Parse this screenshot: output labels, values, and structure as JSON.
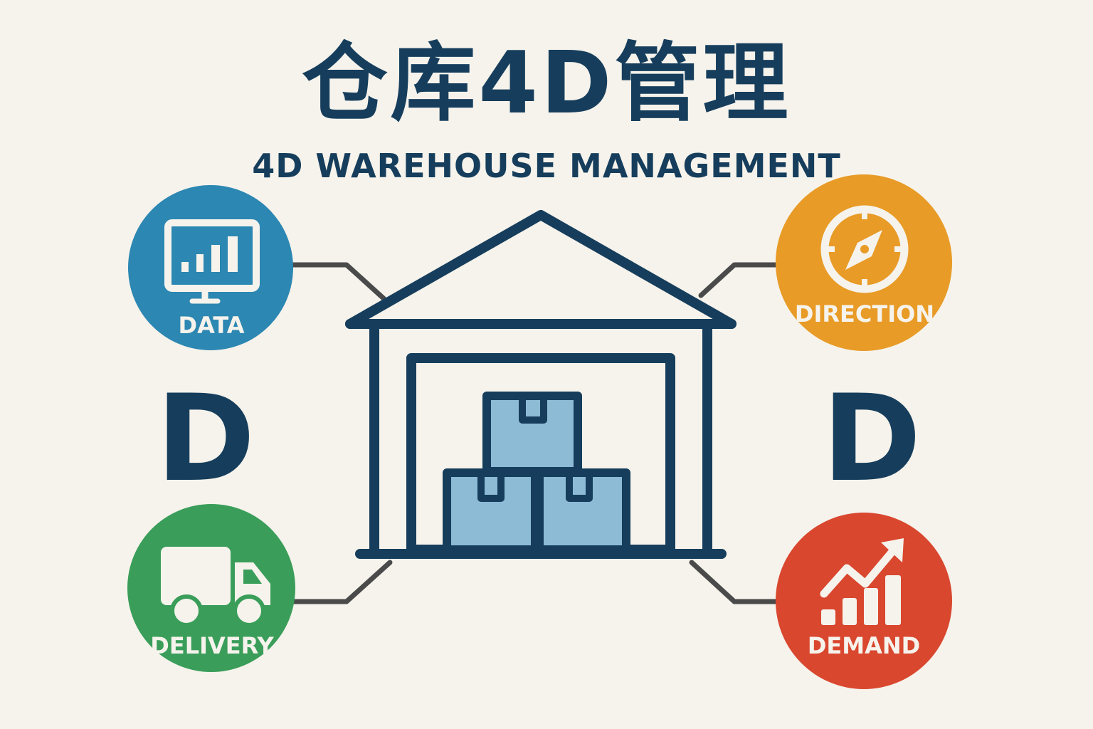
{
  "title": "仓库4D管理",
  "subtitle": "4D WAREHOUSE MANAGEMENT",
  "dimensions": [
    {
      "label": "DATA",
      "color": "#2c87b2",
      "icon": "monitor-bar-chart-icon"
    },
    {
      "label": "DIRECTION",
      "color": "#e89b26",
      "icon": "compass-icon"
    },
    {
      "label": "DELIVERY",
      "color": "#3a9e5a",
      "icon": "truck-icon"
    },
    {
      "label": "DEMAND",
      "color": "#d9472f",
      "icon": "trend-up-bar-chart-icon"
    }
  ],
  "left_letter": "D",
  "right_letter": "D",
  "colors": {
    "background": "#f6f3ec",
    "navy": "#163e5c",
    "box_fill": "#8dbbd6",
    "connector": "#4a4a4a"
  },
  "center_icon": "warehouse-icon"
}
